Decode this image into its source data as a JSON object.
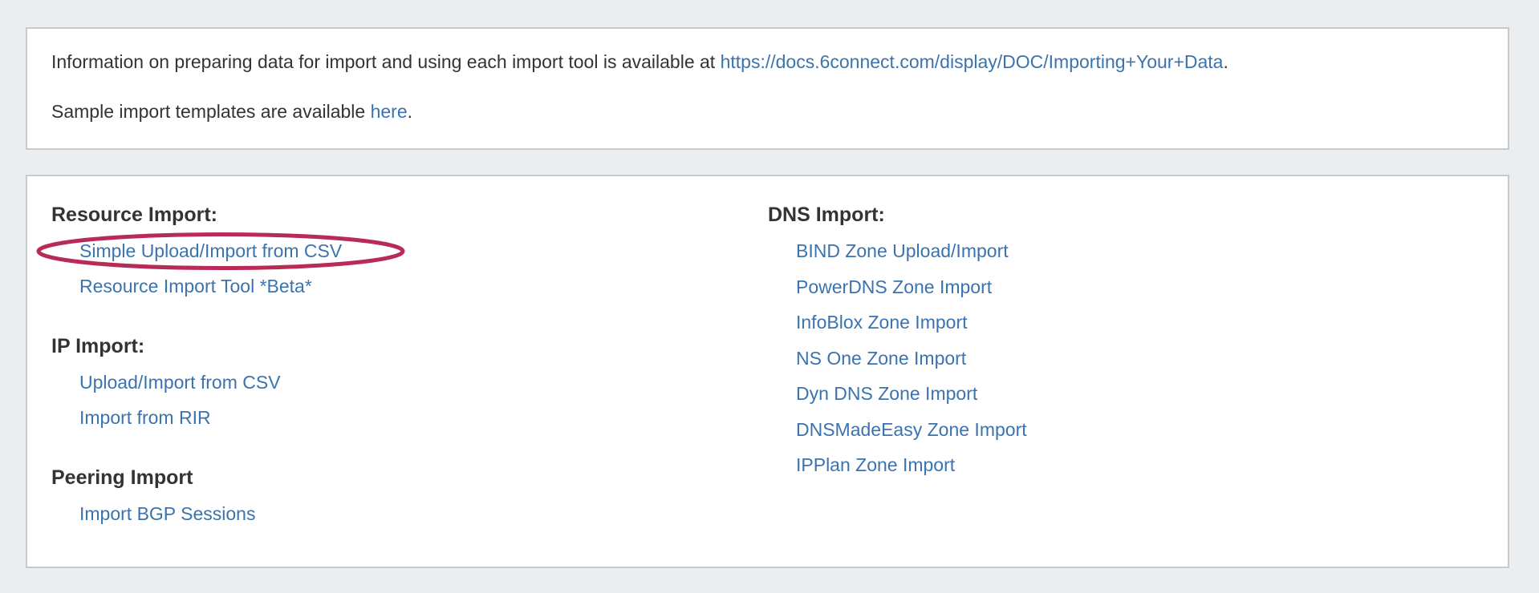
{
  "colors": {
    "page_background": "#ebeef0",
    "panel_background": "#ffffff",
    "panel_border": "#c9c9c9",
    "link": "#3b73af",
    "text": "#333333",
    "annotation_ellipse": "#b72b56"
  },
  "info_panel": {
    "line1": {
      "text": "Information on preparing data for import and using each import tool is available at ",
      "link": "https://docs.6connect.com/display/DOC/Importing+Your+Data",
      "suffix": "."
    },
    "line2": {
      "text": "Sample import templates are available ",
      "link": "here",
      "suffix": "."
    }
  },
  "import_panel": {
    "left_groups": [
      {
        "title": "Resource Import:",
        "links": [
          "Simple Upload/Import from CSV",
          "Resource Import Tool *Beta*"
        ]
      },
      {
        "title": "IP Import:",
        "links": [
          "Upload/Import from CSV",
          "Import from RIR"
        ]
      },
      {
        "title": "Peering Import",
        "links": [
          "Import BGP Sessions"
        ]
      }
    ],
    "right_groups": [
      {
        "title": "DNS Import:",
        "links": [
          "BIND Zone Upload/Import",
          "PowerDNS Zone Import",
          "InfoBlox Zone Import",
          "NS One Zone Import",
          "Dyn DNS Zone Import",
          "DNSMadeEasy Zone Import",
          "IPPlan Zone Import"
        ]
      }
    ],
    "annotation": {
      "shape": "ellipse",
      "highlighted_link": "Simple Upload/Import from CSV",
      "color": "#b72b56"
    }
  }
}
